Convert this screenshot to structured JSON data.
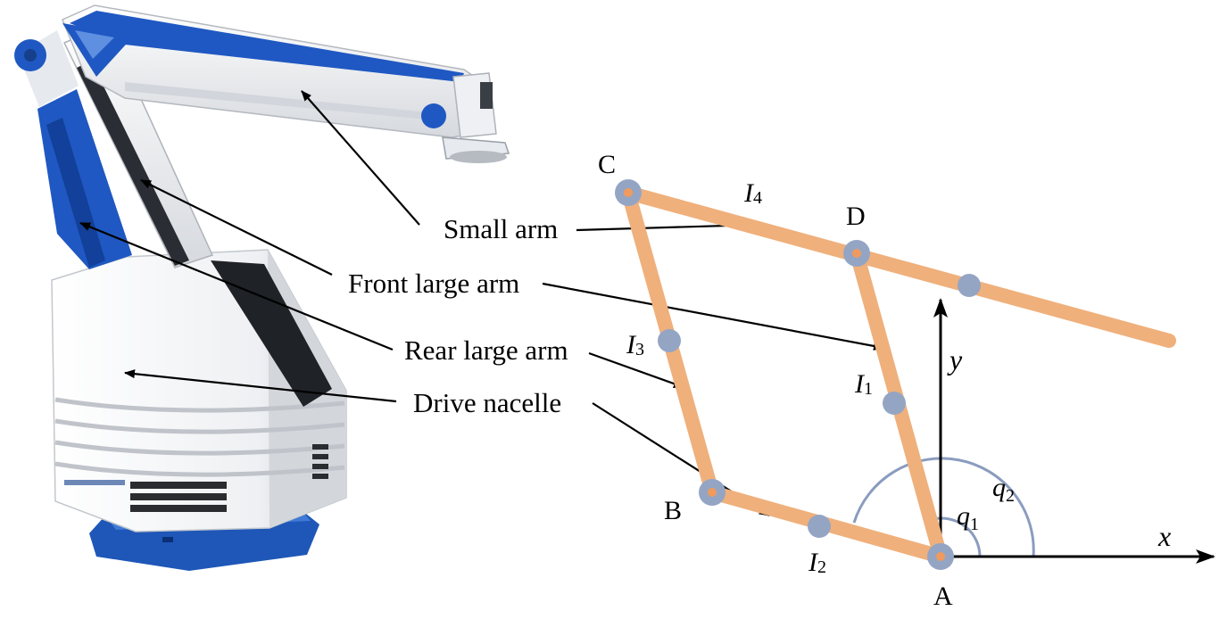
{
  "callouts": {
    "small_arm": "Small arm",
    "front_large_arm": "Front large arm",
    "rear_large_arm": "Rear large arm",
    "drive_nacelle": "Drive nacelle"
  },
  "points": {
    "A": "A",
    "B": "B",
    "C": "C",
    "D": "D"
  },
  "links": {
    "l1": {
      "letter": "I",
      "sub": "1"
    },
    "l2": {
      "letter": "I",
      "sub": "2"
    },
    "l3": {
      "letter": "I",
      "sub": "3"
    },
    "l4": {
      "letter": "I",
      "sub": "4"
    }
  },
  "angles": {
    "q1": {
      "letter": "q",
      "sub": "1"
    },
    "q2": {
      "letter": "q",
      "sub": "2"
    }
  },
  "axes": {
    "x": "x",
    "y": "y"
  },
  "colors": {
    "link": "#efb07c",
    "joint": "#94a5c4",
    "joint_center": "#f09a5e",
    "angle_arc": "#8a9cbf",
    "robot_blue": "#2060c8",
    "robot_white": "#f2f4f6",
    "robot_gray": "#c9ccd1",
    "arrow": "#000000"
  }
}
